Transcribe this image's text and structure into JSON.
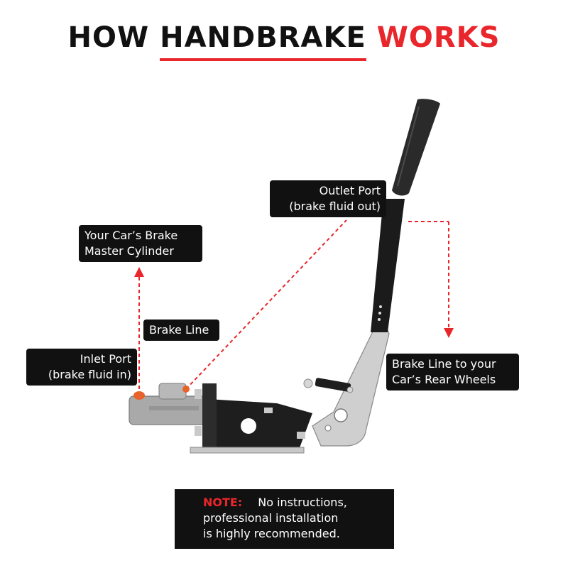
{
  "title": {
    "part1": "HOW",
    "part2": "HANDBRAKE",
    "part3": "WORKS"
  },
  "labels": {
    "outlet_port": [
      "Outlet Port",
      "(brake fluid out)"
    ],
    "master_cylinder": [
      "Your Car’s Brake",
      "Master Cylinder"
    ],
    "brake_line": [
      "Brake Line"
    ],
    "inlet_port": [
      "Inlet Port",
      "(brake fluid in)"
    ],
    "rear_wheels": [
      "Brake Line to your",
      "Car’s Rear Wheels"
    ]
  },
  "note": {
    "keyword": "NOTE:",
    "lines": [
      "No instructions,",
      "professional installation",
      "is highly recommended."
    ]
  },
  "colors": {
    "accent": "#e8262b",
    "dark": "#111111"
  }
}
